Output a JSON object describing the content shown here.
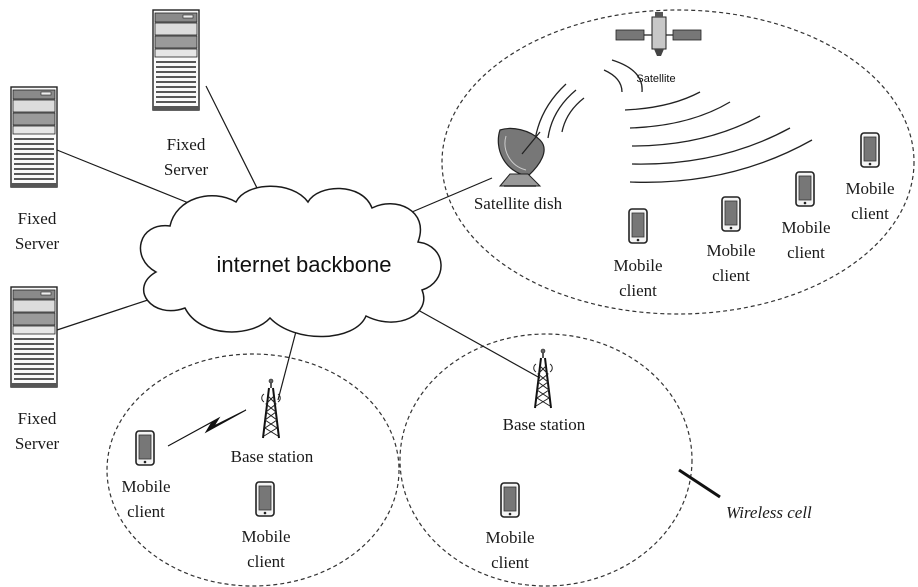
{
  "backbone": {
    "label": "internet backbone"
  },
  "servers": [
    {
      "label_line1": "Fixed",
      "label_line2": "Server"
    },
    {
      "label_line1": "Fixed",
      "label_line2": "Server"
    },
    {
      "label_line1": "Fixed",
      "label_line2": "Server"
    }
  ],
  "satellite_cell": {
    "satellite_label": "Satellite",
    "dish_label": "Satellite dish",
    "clients": [
      {
        "label_line1": "Mobile",
        "label_line2": "client"
      },
      {
        "label_line1": "Mobile",
        "label_line2": "client"
      },
      {
        "label_line1": "Mobile",
        "label_line2": "client"
      },
      {
        "label_line1": "Mobile",
        "label_line2": "client"
      }
    ]
  },
  "left_cell": {
    "base_station_label": "Base station",
    "clients": [
      {
        "label_line1": "Mobile",
        "label_line2": "client"
      },
      {
        "label_line1": "Mobile",
        "label_line2": "client"
      }
    ]
  },
  "right_cell": {
    "base_station_label": "Base station",
    "clients": [
      {
        "label_line1": "Mobile",
        "label_line2": "client"
      }
    ],
    "callout_label": "Wireless cell"
  }
}
